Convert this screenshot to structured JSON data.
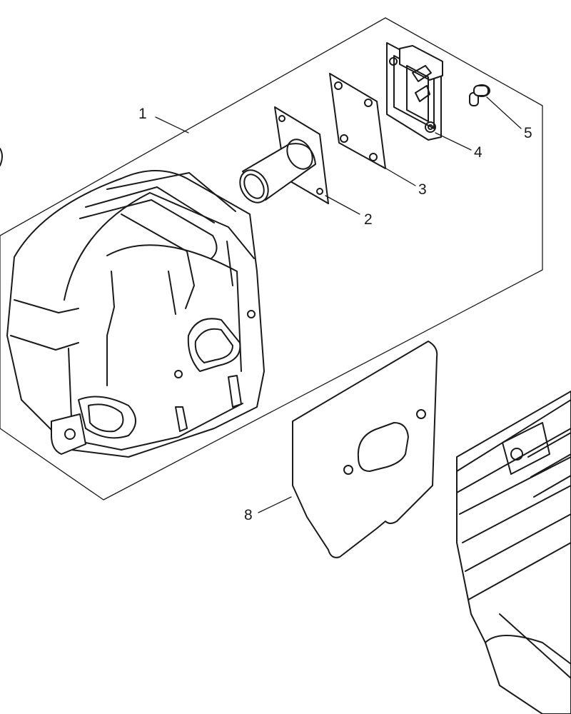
{
  "callouts": [
    {
      "label": "1"
    },
    {
      "label": "2"
    },
    {
      "label": "3"
    },
    {
      "label": "4"
    },
    {
      "label": "5"
    },
    {
      "label": "8"
    }
  ]
}
